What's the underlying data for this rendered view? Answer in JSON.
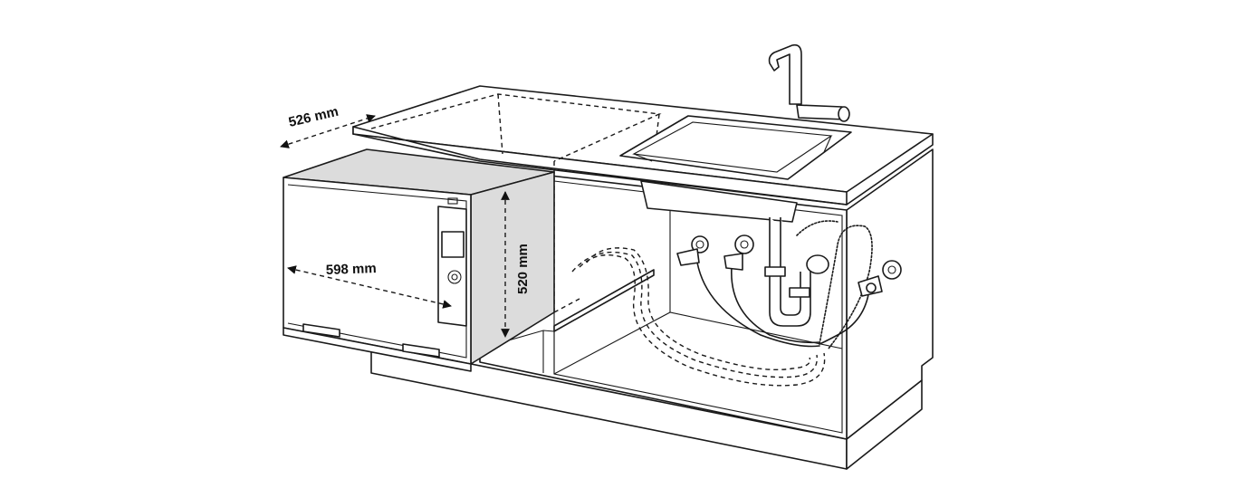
{
  "dimensions": {
    "depth": "526 mm",
    "width": "598 mm",
    "height": "520 mm"
  },
  "colors": {
    "line": "#1a1a1a",
    "side_panel": "#dcdcdc",
    "background": "#ffffff"
  },
  "icons": {
    "faucet": "faucet-icon",
    "sink": "sink-basin",
    "valves": "water-valve-icon",
    "hoses": "hose-line"
  }
}
